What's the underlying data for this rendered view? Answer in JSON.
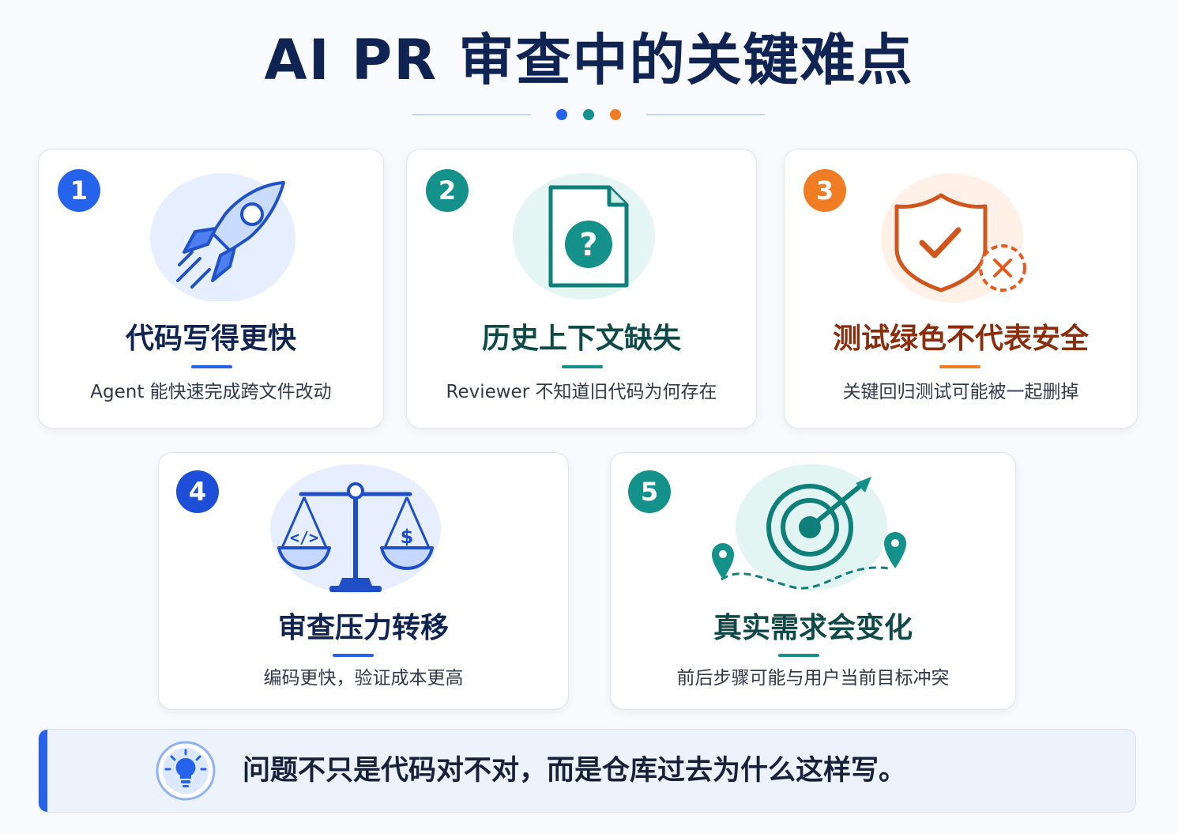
{
  "title": "AI PR 审查中的关键难点",
  "colors": {
    "blue": "#2563eb",
    "teal": "#14918a",
    "orange": "#f07c23",
    "dark_navy": "#0f2452",
    "dark_teal": "#0e4a47",
    "dark_brown": "#8a2e0e"
  },
  "cards": [
    {
      "number": "1",
      "title": "代码写得更快",
      "desc": "Agent 能快速完成跨文件改动",
      "icon": "rocket-icon"
    },
    {
      "number": "2",
      "title": "历史上下文缺失",
      "desc": "Reviewer 不知道旧代码为何存在",
      "icon": "document-question-icon"
    },
    {
      "number": "3",
      "title": "测试绿色不代表安全",
      "desc": "关键回归测试可能被一起删掉",
      "icon": "shield-check-icon"
    },
    {
      "number": "4",
      "title": "审查压力转移",
      "desc": "编码更快，验证成本更高",
      "icon": "balance-scale-icon"
    },
    {
      "number": "5",
      "title": "真实需求会变化",
      "desc": "前后步骤可能与用户当前目标冲突",
      "icon": "target-arrow-icon"
    }
  ],
  "banner": {
    "text": "问题不只是代码对不对，而是仓库过去为什么这样写。",
    "icon": "lightbulb-icon"
  },
  "icon_glyphs": {
    "code": "</>",
    "dollar": "$",
    "question": "?"
  }
}
